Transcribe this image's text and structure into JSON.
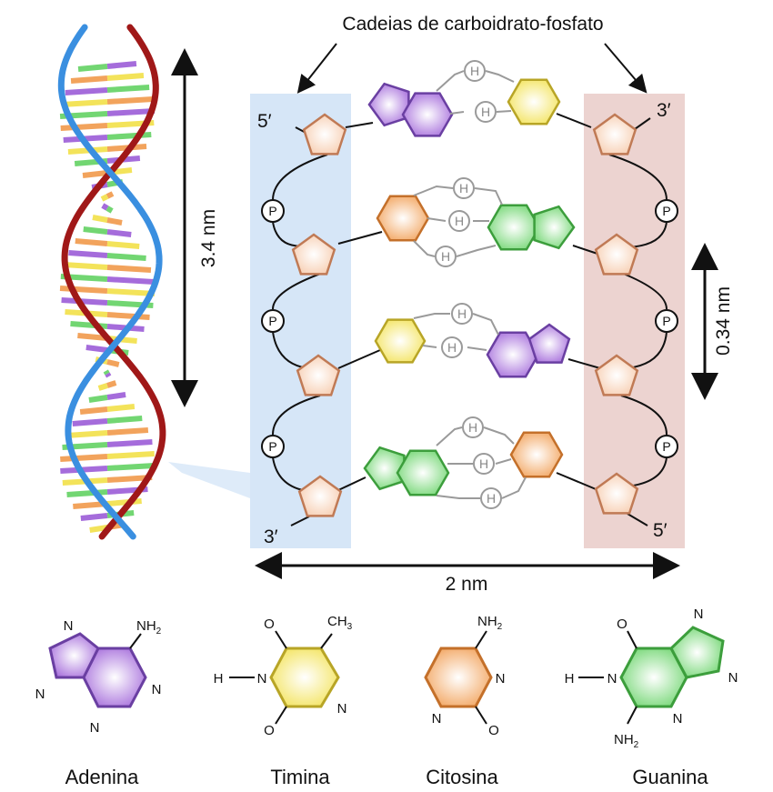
{
  "title": "Cadeias de carboidrato-fosfato",
  "dimensions": {
    "helix_turn": "3.4 nm",
    "base_spacing": "0.34 nm",
    "width": "2 nm"
  },
  "strand_ends": {
    "left_top": "5′",
    "left_bottom": "3′",
    "right_top": "3′",
    "right_bottom": "5′"
  },
  "phosphate_label": "P",
  "hydrogen_label": "H",
  "molecule_atoms": {
    "n": "N",
    "o": "O",
    "h": "H",
    "nh2": "NH",
    "nh2_sub": "2",
    "ch3": "CH",
    "ch3_sub": "3"
  },
  "bases": {
    "adenine": {
      "name": "Adenina",
      "color": "#a56cdb"
    },
    "thymine": {
      "name": "Timina",
      "color": "#f3e35a"
    },
    "cytosine": {
      "name": "Citosina",
      "color": "#f2a35c"
    },
    "guanine": {
      "name": "Guanina",
      "color": "#72d672"
    }
  },
  "colors": {
    "backbone_left": "#d6e6f7",
    "backbone_right": "#ecd3d0",
    "sugar_fill": "#fbe3d2",
    "sugar_stroke": "#c07a55",
    "helix_red": "#a01818",
    "helix_blue": "#3a8fe0",
    "hbond": "#9a9a9a"
  }
}
